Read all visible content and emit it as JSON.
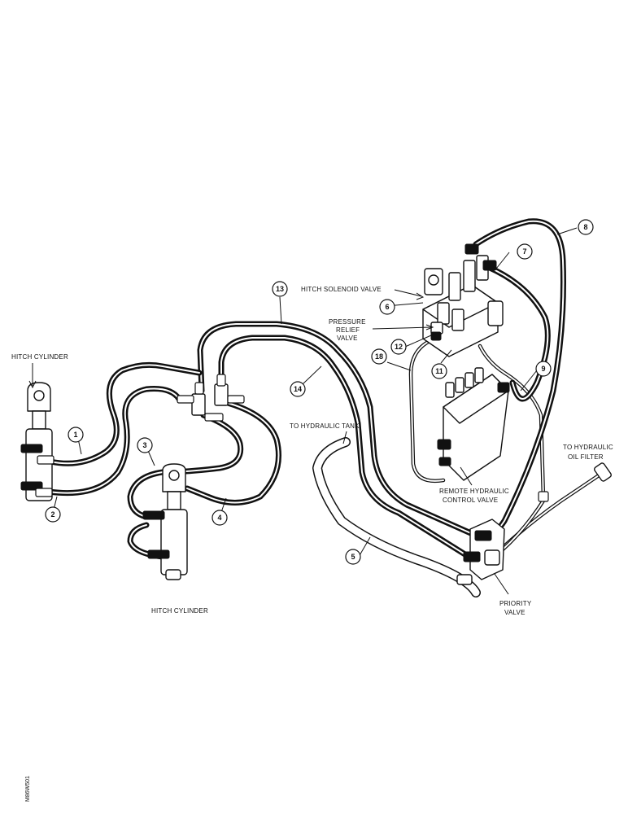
{
  "labels": {
    "hitch_cylinder_left": "HITCH CYLINDER",
    "hitch_cylinder_bottom": "HITCH CYLINDER",
    "hitch_solenoid_valve": "HITCH SOLENOID VALVE",
    "pressure_relief_valve_line1": "PRESSURE",
    "pressure_relief_valve_line2": "RELIEF",
    "pressure_relief_valve_line3": "VALVE",
    "to_hydraulic_tank": "TO HYDRAULIC TANK",
    "to_hydraulic_oil_filter_line1": "TO HYDRAULIC",
    "to_hydraulic_oil_filter_line2": "OIL FILTER",
    "remote_hydraulic_control_valve_line1": "REMOTE HYDRAULIC",
    "remote_hydraulic_control_valve_line2": "CONTROL VALVE",
    "priority_valve_line1": "PRIORITY",
    "priority_valve_line2": "VALVE"
  },
  "callouts": {
    "c1": "1",
    "c2": "2",
    "c3": "3",
    "c4": "4",
    "c5": "5",
    "c6": "6",
    "c7": "7",
    "c8": "8",
    "c9": "9",
    "c11": "11",
    "c12": "12",
    "c13": "13",
    "c14": "14",
    "c18": "18"
  },
  "side_id": "M86W501"
}
